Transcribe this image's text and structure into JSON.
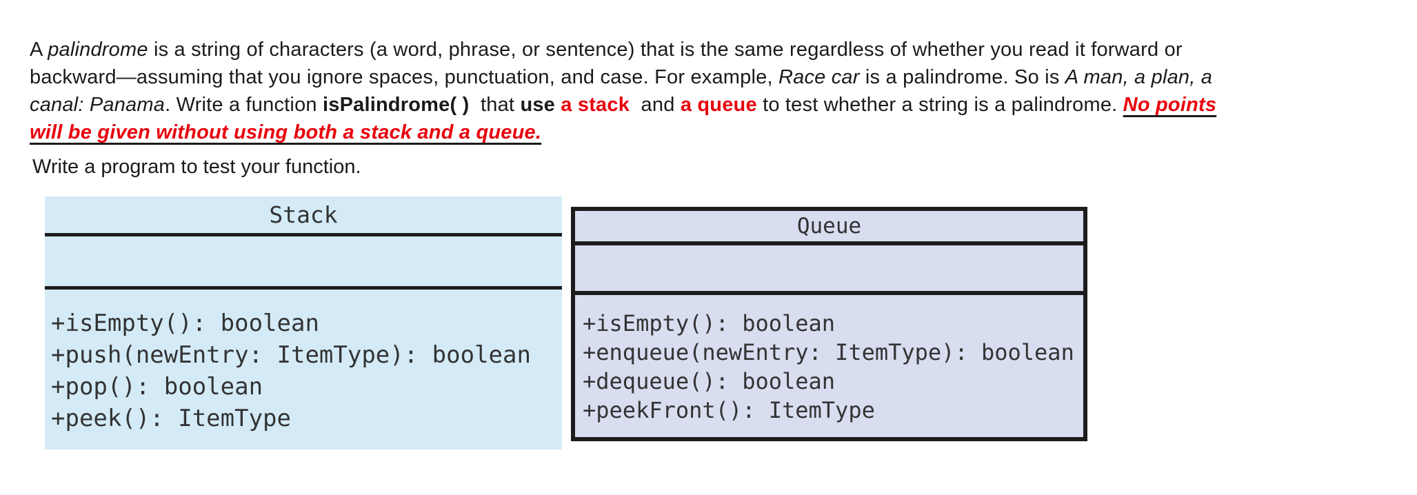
{
  "colors": {
    "red": "#e8000d",
    "underline": "#1a1a1a",
    "text": "#1a1a1a",
    "code_text": "#333333",
    "line_color": "#1c1c1c",
    "stack_fill": "#d4ebf7",
    "queue_fill": "#d8ddf0"
  },
  "paragraph": {
    "lines": [
      {
        "segments": [
          {
            "t": "A ",
            "s": "r"
          },
          {
            "t": "palindrome",
            "s": "i"
          },
          {
            "t": " is a string of characters (a word, phrase, or sentence) that is the same regardless of whether you read it forward or",
            "s": "r"
          }
        ]
      },
      {
        "segments": [
          {
            "t": "backward—assuming that you ignore spaces, punctuation, and case. For example, ",
            "s": "r"
          },
          {
            "t": "Race car",
            "s": "i"
          },
          {
            "t": " is a palindrome. So is ",
            "s": "r"
          },
          {
            "t": "A man, a plan, a",
            "s": "i"
          }
        ]
      },
      {
        "segments": [
          {
            "t": "canal: Panama",
            "s": "i"
          },
          {
            "t": ". Write a function ",
            "s": "r"
          },
          {
            "t": "isPalindrome( )",
            "s": "b"
          },
          {
            "t": "  that ",
            "s": "r"
          },
          {
            "t": "use",
            "s": "b"
          },
          {
            "t": " ",
            "s": "r"
          },
          {
            "t": "a stack",
            "s": "rb"
          },
          {
            "t": "  and ",
            "s": "r"
          },
          {
            "t": "a queue",
            "s": "rb"
          },
          {
            "t": " to test whether a string is a palindrome. ",
            "s": "r"
          },
          {
            "t": "No points",
            "s": "rbiu"
          }
        ]
      },
      {
        "segments": [
          {
            "t": "will be given without using both a stack and a queue.",
            "s": "rbiu"
          }
        ]
      }
    ]
  },
  "note": "Write a program to test your function.",
  "stack_box": {
    "title": "Stack",
    "methods": [
      "+isEmpty(): boolean",
      "+push(newEntry: ItemType): boolean",
      "+pop(): boolean",
      "+peek(): ItemType"
    ]
  },
  "queue_box": {
    "title": "Queue",
    "methods": [
      "+isEmpty(): boolean",
      "+enqueue(newEntry: ItemType): boolean",
      "+dequeue(): boolean",
      "+peekFront(): ItemType"
    ]
  }
}
